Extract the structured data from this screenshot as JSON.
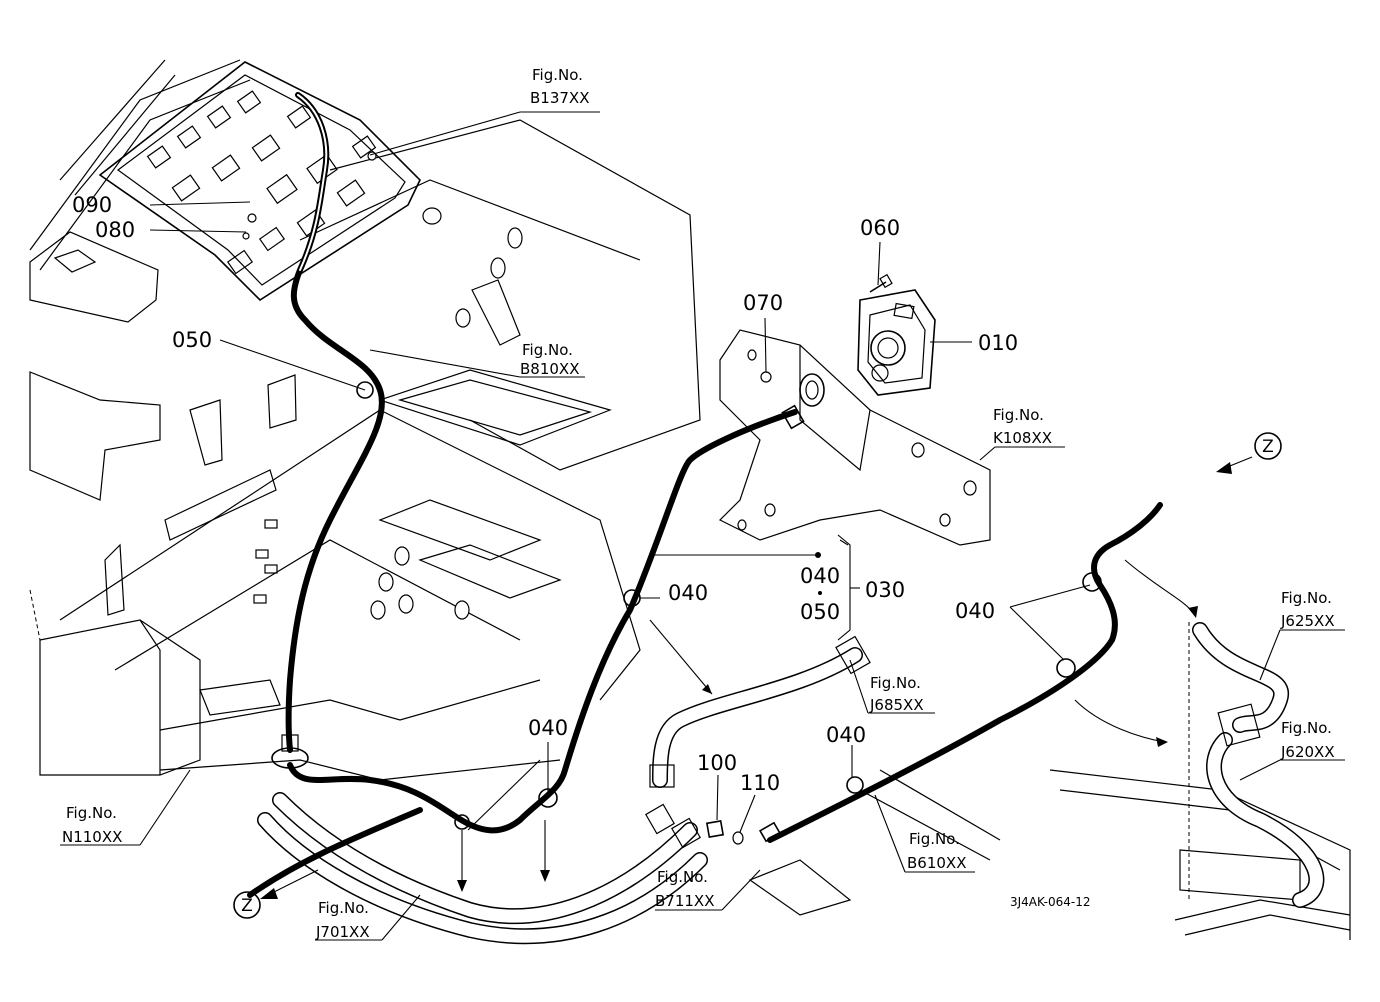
{
  "callouts": {
    "p010": "010",
    "p030": "030",
    "p040_a": "040",
    "p040_b": "040",
    "p040_c": "040",
    "p040_d": "040",
    "p040_e": "040",
    "p050_a": "050",
    "p050_b": "050",
    "p060": "060",
    "p070": "070",
    "p080": "080",
    "p090": "090",
    "p100": "100",
    "p110": "110"
  },
  "figure_refs": {
    "b137": {
      "line1": "Fig.No.",
      "line2": "B137XX"
    },
    "b810": {
      "line1": "Fig.No.",
      "line2": "B810XX"
    },
    "k108": {
      "line1": "Fig.No.",
      "line2": "K108XX"
    },
    "j685": {
      "line1": "Fig.No.",
      "line2": "J685XX"
    },
    "j625": {
      "line1": "Fig.No.",
      "line2": "J625XX"
    },
    "j620": {
      "line1": "Fig.No.",
      "line2": "J620XX"
    },
    "n110": {
      "line1": "Fig.No.",
      "line2": "N110XX"
    },
    "j701": {
      "line1": "Fig.No.",
      "line2": "J701XX"
    },
    "b711": {
      "line1": "Fig.No.",
      "line2": "B711XX"
    },
    "b610": {
      "line1": "Fig.No.",
      "line2": "B610XX"
    }
  },
  "view_markers": {
    "z_left": "Z",
    "z_right": "Z"
  },
  "drawing_code": "3J4AK-064-12"
}
